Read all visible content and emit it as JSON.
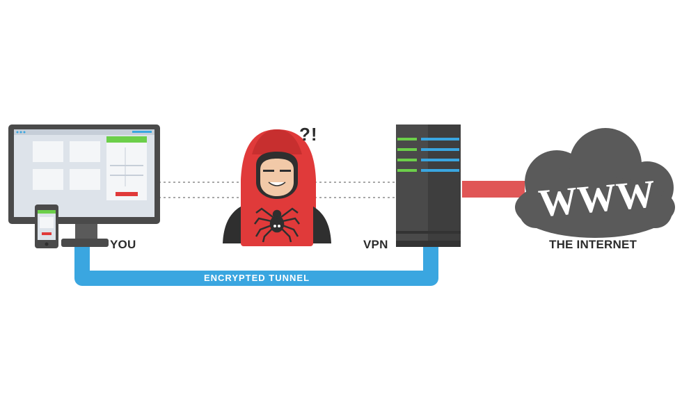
{
  "labels": {
    "you": "YOU",
    "vpn": "VPN",
    "internet": "THE INTERNET",
    "tunnel": "ENCRYPTED TUNNEL",
    "cloud_text": "WWW",
    "hacker_exclaim": "?!"
  },
  "colors": {
    "tunnel_blue": "#3aa6e0",
    "hacker_red": "#e03a3a",
    "server_dark": "#4a4a4a",
    "green_led": "#6ccf4a",
    "cloud_gray": "#5a5a5a",
    "link_red": "#e05656"
  },
  "icons": [
    "desktop-monitor-icon",
    "smartphone-icon",
    "hacker-icon",
    "spider-icon",
    "server-icon",
    "cloud-icon"
  ]
}
